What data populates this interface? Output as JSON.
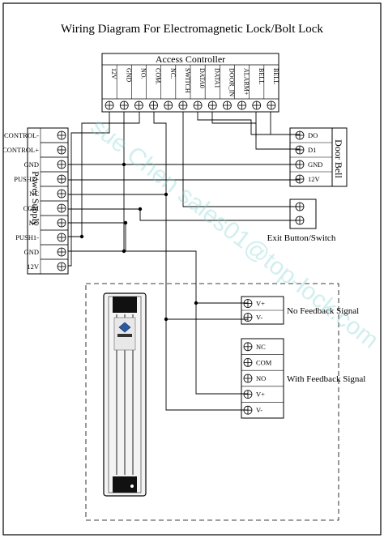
{
  "title": "Wiring Diagram For Electromagnetic Lock/Bolt Lock",
  "access_controller": {
    "label": "Access Controller",
    "pins": [
      "12V",
      "GND",
      "NO.",
      "COM.",
      "NC.",
      "SWITCH",
      "DATA0",
      "DATA1",
      "DOOR_IN",
      "ALARM+",
      "BELL",
      "BELL"
    ]
  },
  "power_supply": {
    "label": "Power Supply",
    "pins": [
      "CONTROL-",
      "CONTROL+",
      "GND",
      "PUSH2+",
      "NC",
      "COM",
      "NO",
      "PUSH1-",
      "GND",
      "12V"
    ]
  },
  "door_bell": {
    "label": "Door Bell",
    "pins": [
      "DO",
      "D1",
      "GND",
      "12V"
    ]
  },
  "exit_button": {
    "label": "Exit Button/Switch"
  },
  "no_feedback": {
    "label": "No Feedback Signal",
    "pins": [
      "V+",
      "V-"
    ]
  },
  "with_feedback": {
    "label": "With Feedback Signal",
    "pins": [
      "NC",
      "COM",
      "NO",
      "V+",
      "V-"
    ]
  },
  "watermark": "sue Chen sales01@top-lock.com",
  "colors": {
    "line": "#000000",
    "watermark": "#7ed3cf"
  }
}
